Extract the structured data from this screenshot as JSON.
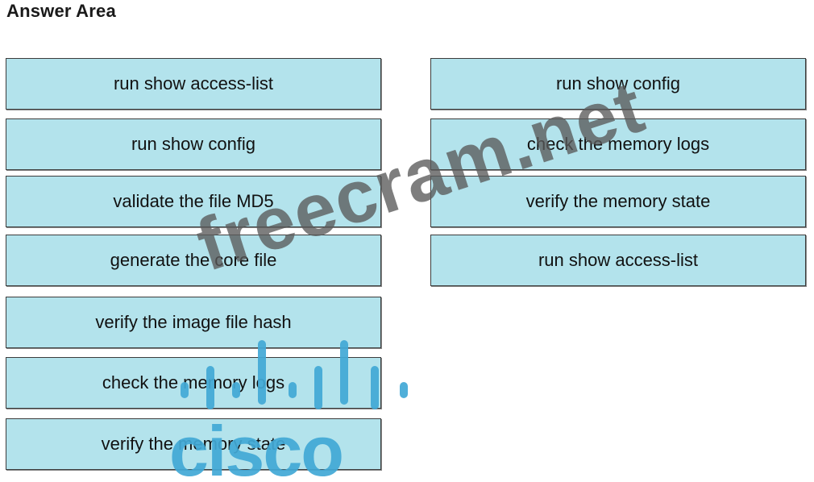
{
  "header": {
    "title": "Answer Area"
  },
  "source_items": [
    {
      "label": "run show access-list"
    },
    {
      "label": "run show config"
    },
    {
      "label": "validate the file MD5"
    },
    {
      "label": "generate the core file"
    },
    {
      "label": "verify the image file hash"
    },
    {
      "label": "check the memory logs"
    },
    {
      "label": "verify the memory state"
    }
  ],
  "answer_items": [
    {
      "label": "run show config"
    },
    {
      "label": "check the memory logs"
    },
    {
      "label": "verify the memory state"
    },
    {
      "label": "run show access-list"
    }
  ],
  "watermark": {
    "text": "freecram.net"
  },
  "logo": {
    "text": "cisco",
    "icon": "cisco-logo-icon"
  },
  "colors": {
    "box_fill": "#b3e3ec",
    "box_border": "#3c3c3c",
    "logo": "#42a9d6",
    "watermark": "#5a5a5a"
  }
}
